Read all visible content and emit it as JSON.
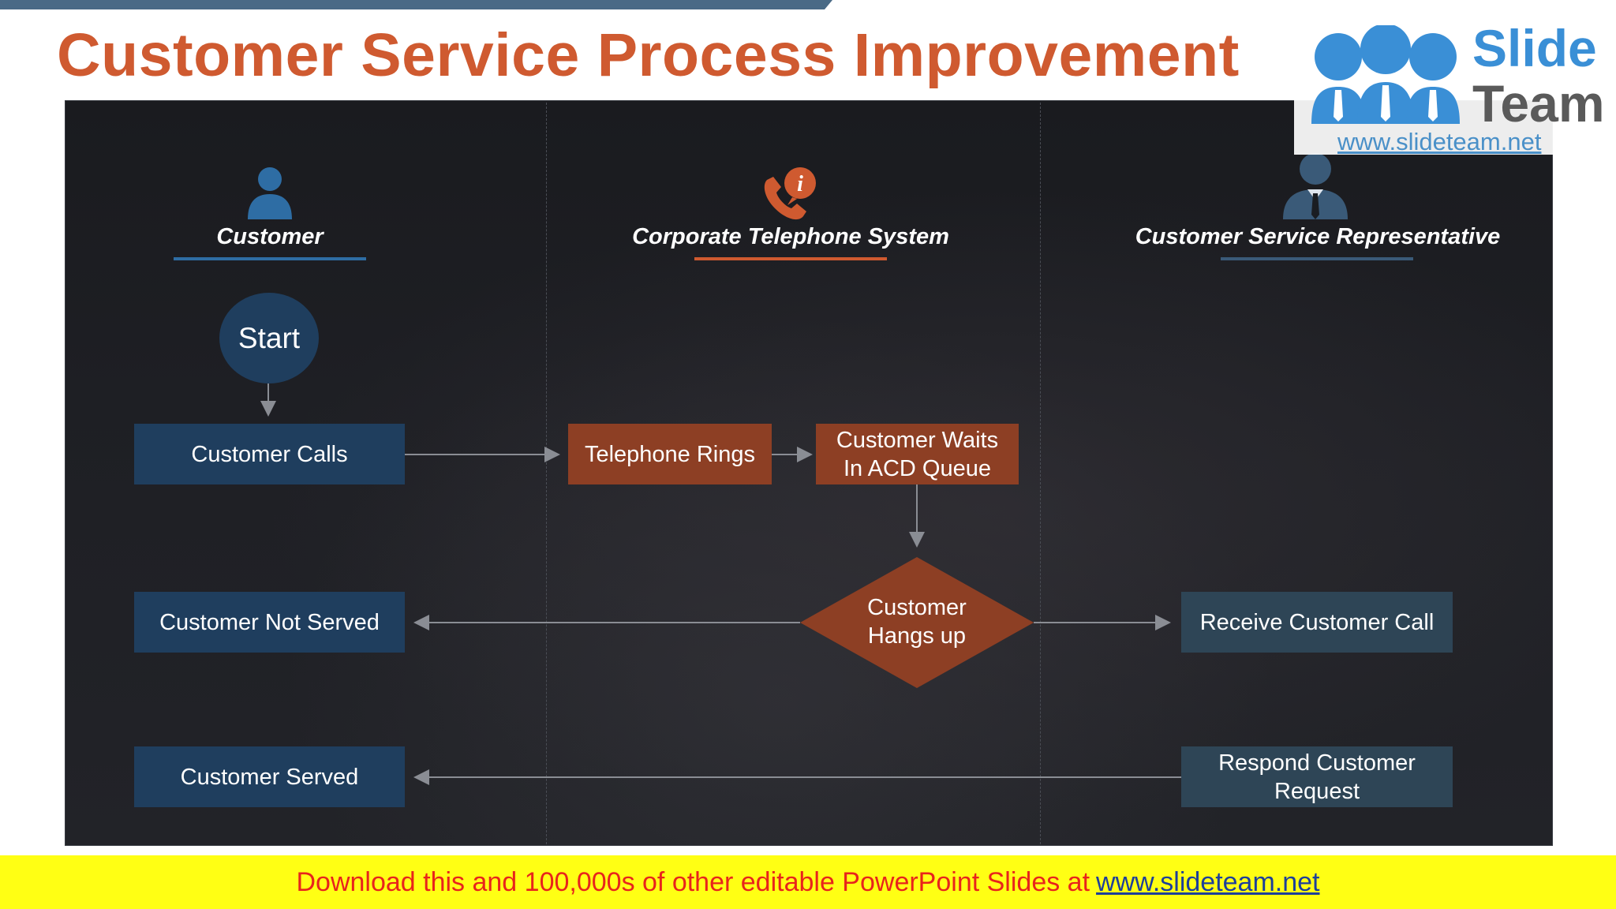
{
  "slide": {
    "title": "Customer Service Process Improvement"
  },
  "lanes": [
    {
      "label": "Customer",
      "icon": "person-icon",
      "accent": "#2e6da4"
    },
    {
      "label": "Corporate Telephone System",
      "icon": "phone-info-icon",
      "accent": "#cf5a30"
    },
    {
      "label": "Customer Service Representative",
      "icon": "businessman-icon",
      "accent": "#3a5a78"
    }
  ],
  "nodes": {
    "start": "Start",
    "customer_calls": "Customer Calls",
    "telephone_rings": "Telephone Rings",
    "customer_waits_1": "Customer Waits",
    "customer_waits_2": "In ACD Queue",
    "hangs_up_1": "Customer",
    "hangs_up_2": "Hangs up",
    "not_served": "Customer Not Served",
    "receive_call": "Receive Customer Call",
    "served": "Customer Served",
    "respond_1": "Respond Customer",
    "respond_2": "Request"
  },
  "colors": {
    "title": "#cf5a30",
    "customer_box": "#1f3e5e",
    "system_box": "#8d3f24",
    "rep_box": "#2e4556",
    "footer_bg": "#ffff14",
    "footer_text": "#e8241c"
  },
  "logo": {
    "word1": "Slide",
    "word2": "Team",
    "url": "www.slideteam.net"
  },
  "footer": {
    "text": "Download this and 100,000s of other editable PowerPoint Slides at",
    "link": "www.slideteam.net"
  }
}
